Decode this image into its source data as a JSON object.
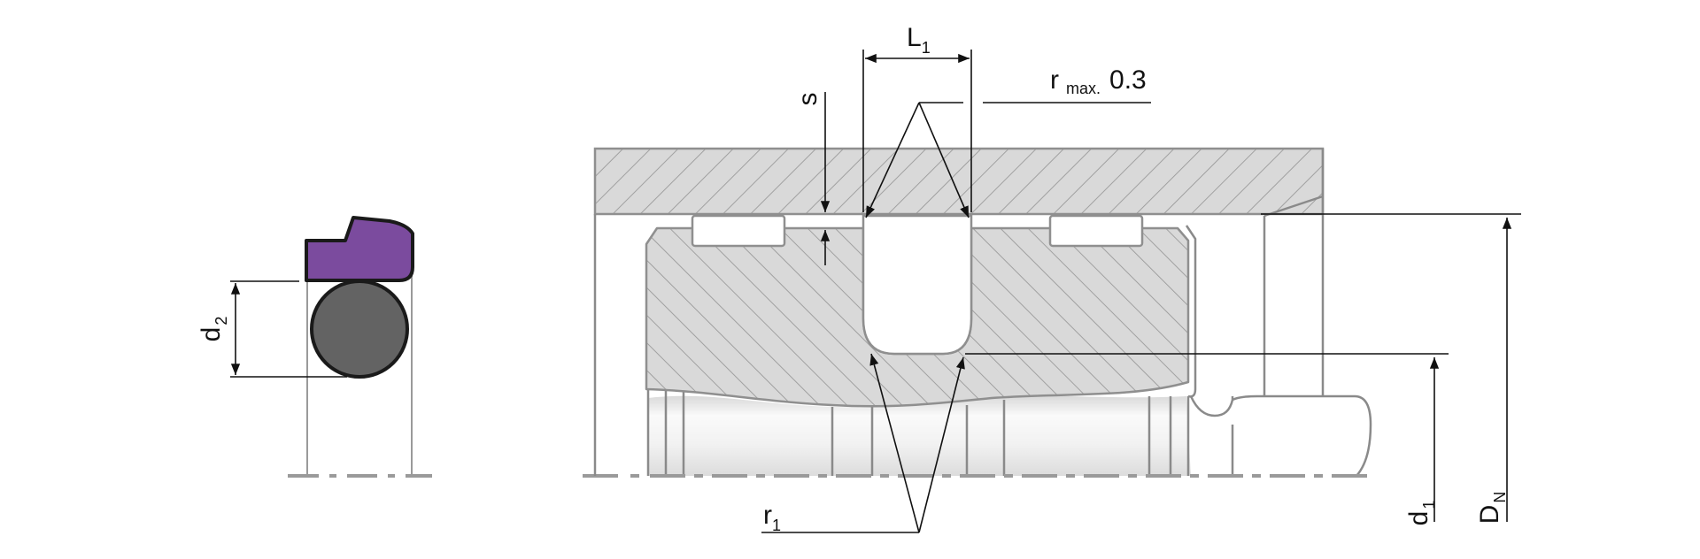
{
  "labels": {
    "L": "L",
    "L_sub": "1",
    "s": "s",
    "r_max": "r",
    "r_max_sub": "max.",
    "r_max_val": "0.3",
    "d2": "d",
    "d2_sub": "2",
    "r1": "r",
    "r1_sub": "1",
    "d1": "d",
    "d1_sub": "1",
    "DN": "D",
    "DN_sub": "N"
  },
  "colors": {
    "seal_ring": "#7b4b9e",
    "o_ring": "#636363",
    "housing_fill": "#d6d6d6",
    "hatch": "#9a9a9a",
    "outline": "#8f8f8f",
    "dim_line": "#111111"
  }
}
